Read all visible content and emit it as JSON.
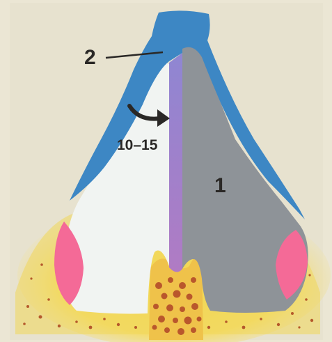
{
  "labels": {
    "structure_1": "1",
    "structure_2": "2",
    "range": "10–15"
  },
  "colors": {
    "background": "#e9e4d2",
    "bone_yellow": "#efd64a",
    "enamel_blue": "#3d87c4",
    "gray_tissue": "#8f9498",
    "white_tissue": "#f1f4f2",
    "purple_layer": "#a27ac7",
    "pink_areas": "#f46a97",
    "bone_dots": "#b5592b",
    "text": "#2a2826"
  }
}
